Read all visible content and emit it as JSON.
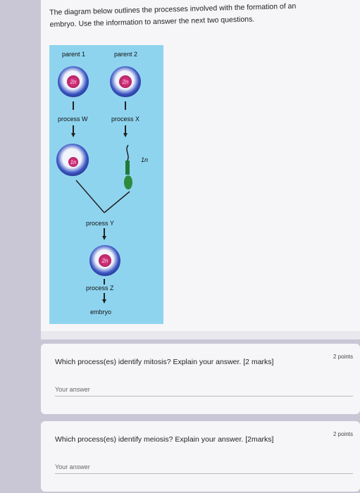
{
  "intro_line1": "The diagram below outlines the processes involved with the formation of an",
  "intro_line2": "embryo. Use the information to answer the next two questions.",
  "diagram": {
    "parent1": "parent 1",
    "parent2": "parent 2",
    "cell_2n_a": "2n",
    "cell_2n_b": "2n",
    "process_w": "process W",
    "process_x": "process X",
    "cell_1n_a": "1n",
    "label_1n": "1n",
    "process_y": "process Y",
    "cell_2n_c": "2n",
    "process_z": "process Z",
    "embryo": "embryo"
  },
  "questions": [
    {
      "text": "Which process(es) identify mitosis? Explain your answer. [2 marks]",
      "points": "2 points",
      "answer_placeholder": "Your answer"
    },
    {
      "text": "Which process(es) identify meiosis? Explain your answer. [2marks]",
      "points": "2 points",
      "answer_placeholder": "Your answer"
    }
  ],
  "colors": {
    "panel": "#8fd4ef",
    "cell_ring": "#3a56c4",
    "nucleus": "#c9236e",
    "page_bg": "#c9c7d6"
  }
}
